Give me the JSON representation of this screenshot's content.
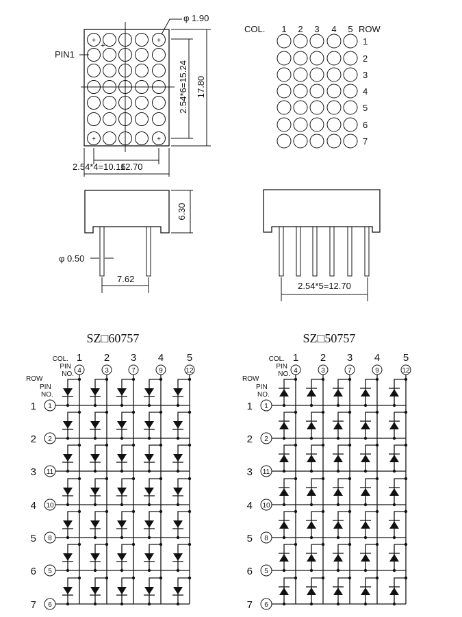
{
  "front_view": {
    "dot_diameter": "φ 1.90",
    "pin1_label": "PIN1",
    "row_pitch_dim": "2.54*6=15.24",
    "height_dim": "17.80",
    "col_pitch_dim": "2.54*4=10.16",
    "width_dim": "12.70",
    "columns": 5,
    "rows": 7
  },
  "matrix_map": {
    "col_label": "COL.",
    "row_label": "ROW",
    "col_numbers": [
      "1",
      "2",
      "3",
      "4",
      "5"
    ],
    "row_numbers": [
      "1",
      "2",
      "3",
      "4",
      "5",
      "6",
      "7"
    ]
  },
  "side_view": {
    "thickness_dim": "6.30",
    "pin_diameter_dim": "φ 0.50",
    "pin_spacing_dim": "7.62"
  },
  "end_view": {
    "pin_pitch_dim": "2.54*5=12.70"
  },
  "schematics": [
    {
      "title": "SZ□60757",
      "diode_direction": "down",
      "col_pin_label": [
        "COL.",
        "PIN",
        "NO."
      ],
      "row_pin_label": [
        "ROW",
        "PIN",
        "NO."
      ],
      "col_numbers": [
        "1",
        "2",
        "3",
        "4",
        "5"
      ],
      "col_pins": [
        "4",
        "3",
        "7",
        "9",
        "12"
      ],
      "row_numbers": [
        "1",
        "2",
        "3",
        "4",
        "5",
        "6",
        "7"
      ],
      "row_pins": [
        "1",
        "2",
        "11",
        "10",
        "8",
        "5",
        "6"
      ]
    },
    {
      "title": "SZ□50757",
      "diode_direction": "up",
      "col_pin_label": [
        "COL.",
        "PIN",
        "NO."
      ],
      "row_pin_label": [
        "ROW",
        "PIN",
        "NO."
      ],
      "col_numbers": [
        "1",
        "2",
        "3",
        "4",
        "5"
      ],
      "col_pins": [
        "4",
        "3",
        "7",
        "9",
        "12"
      ],
      "row_numbers": [
        "1",
        "2",
        "3",
        "4",
        "5",
        "6",
        "7"
      ],
      "row_pins": [
        "1",
        "2",
        "11",
        "10",
        "8",
        "5",
        "6"
      ]
    }
  ]
}
